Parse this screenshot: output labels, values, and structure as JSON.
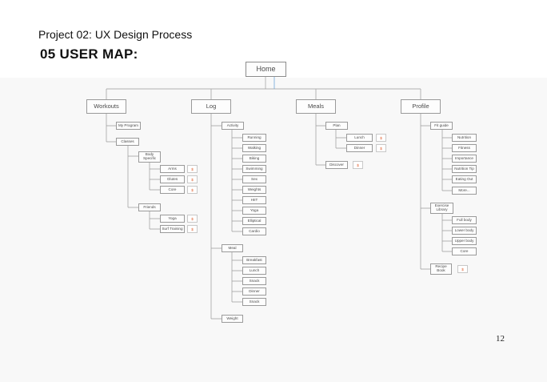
{
  "header": {
    "project": "Project 02: UX Design Process",
    "title": "05 USER MAP:",
    "page_number": "12"
  },
  "map": {
    "home": "Home",
    "workouts": {
      "label": "Workouts",
      "my_program": "My Program",
      "classes": "Classes",
      "body_specific": "Body Specific",
      "arms": "Arms",
      "glutes": "Glutes",
      "core": "Core",
      "friends": "Friends",
      "yoga": "Yoga",
      "surf_training": "Surf Training"
    },
    "log": {
      "label": "Log",
      "activity": "Activity",
      "activities": [
        "Running",
        "Walking",
        "Biking",
        "Swimming",
        "Sex",
        "Weights",
        "HIIT",
        "Yoga",
        "Elliptical",
        "Cardio"
      ],
      "meal": "Meal",
      "meals": [
        "Breakfast",
        "Lunch",
        "Snack",
        "Dinner",
        "Snack"
      ],
      "weight": "Weight"
    },
    "meals": {
      "label": "Meals",
      "plan": "Plan",
      "lunch": "Lunch",
      "dinner": "Dinner",
      "discover": "Discover"
    },
    "profile": {
      "label": "Profile",
      "fit_guide": "Fit guide",
      "guide_items": [
        "Nutrition",
        "Fitness",
        "Importance",
        "Nutrition Tip",
        "Eating Out",
        "More..."
      ],
      "exercise_library": "Exercise Library",
      "library_items": [
        "Full body",
        "Lower body",
        "Upper body",
        "Core"
      ],
      "recipe_book": "Recipe Book"
    },
    "badge": "$"
  },
  "colors": {
    "badge_text": "#e06030",
    "connector": "#9a9a9a",
    "home_accent": "#5b9bd5"
  }
}
